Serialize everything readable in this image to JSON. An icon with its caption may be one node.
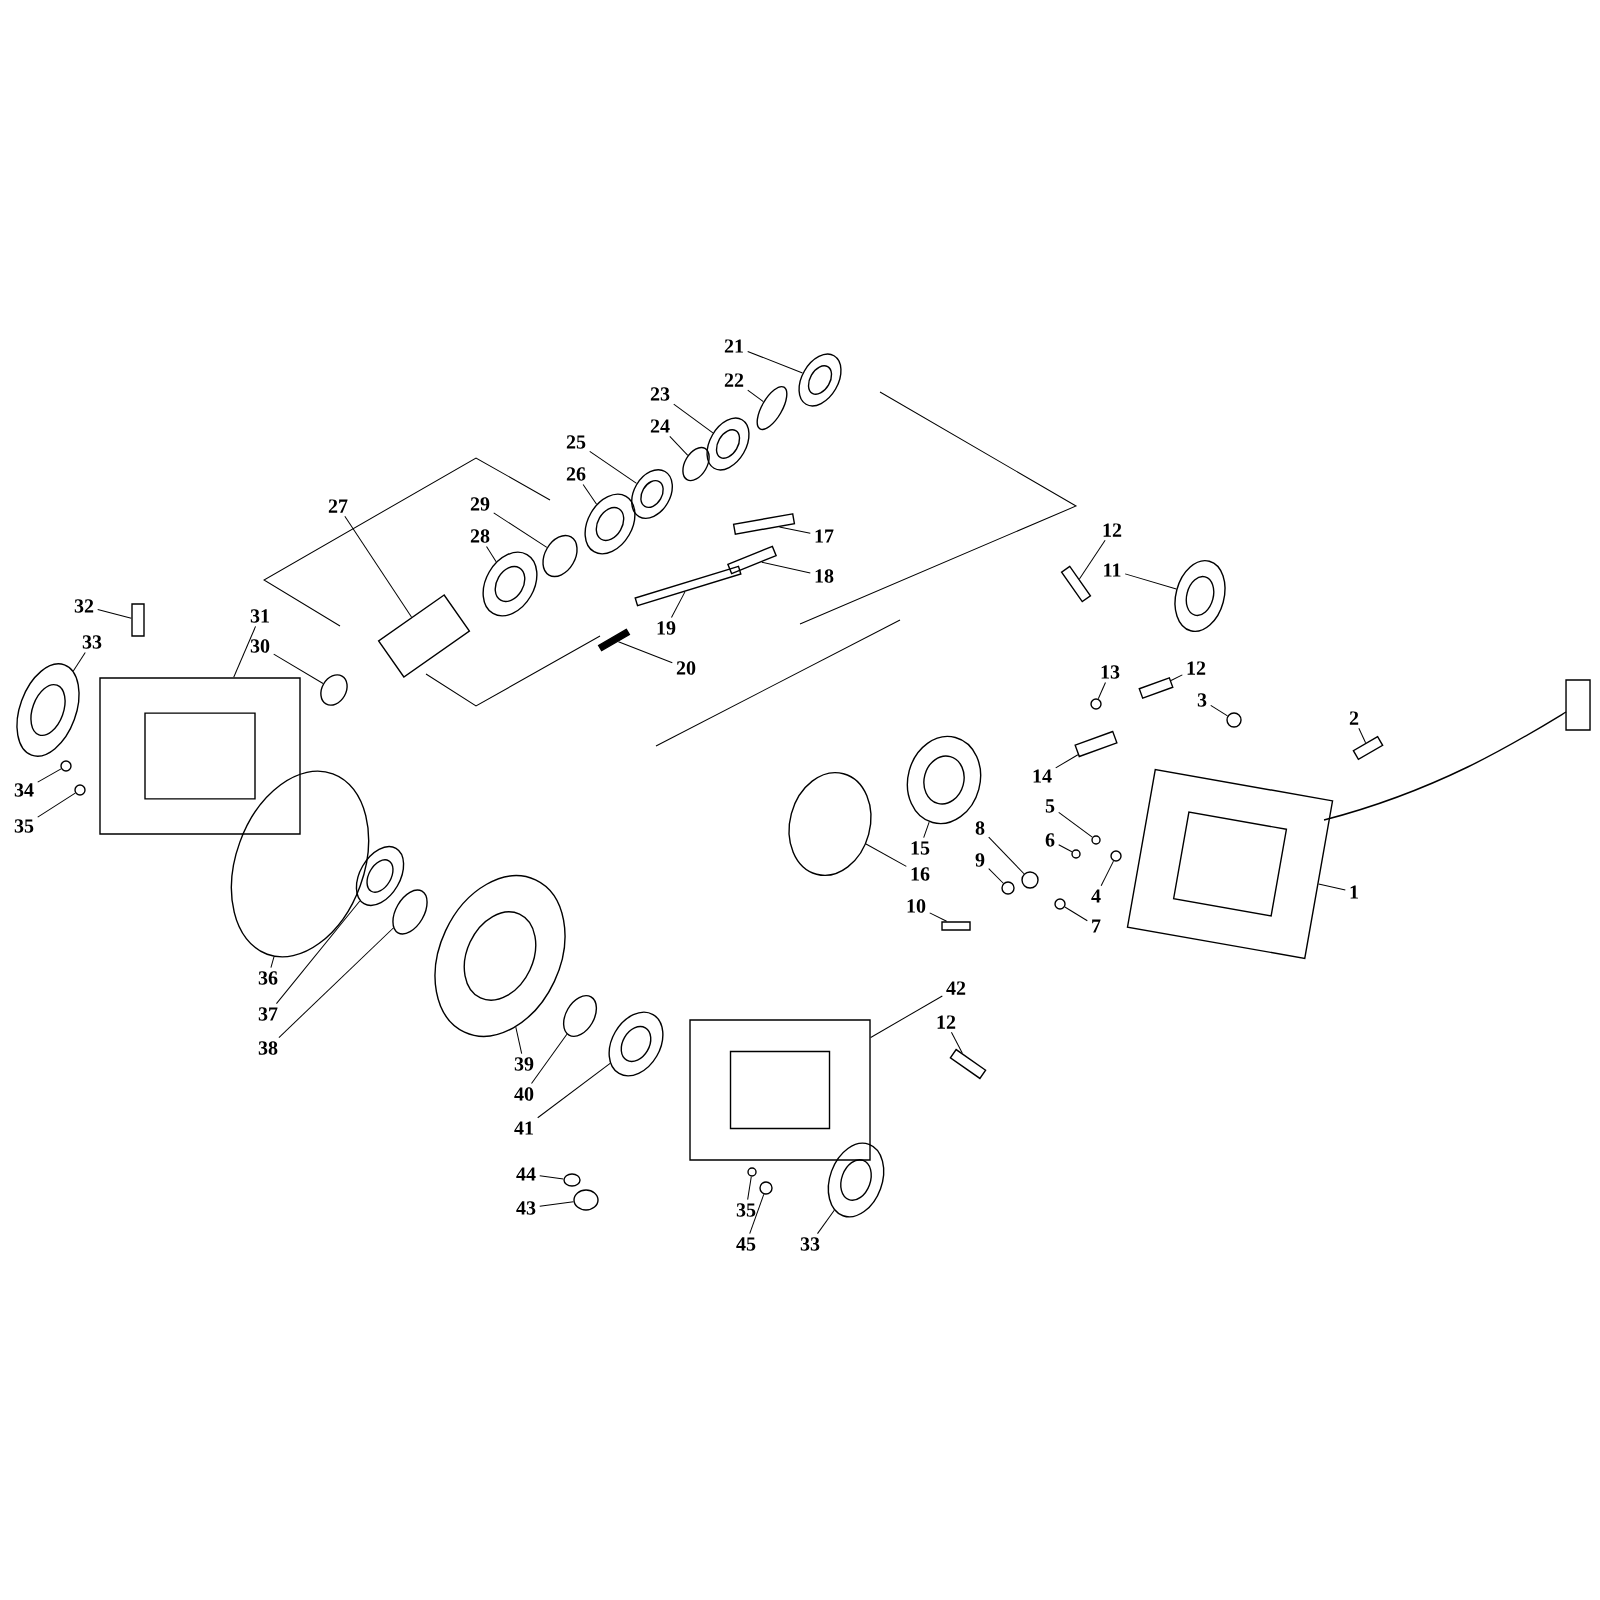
{
  "diagram": {
    "nodes": [
      {
        "text": [
          "21"
        ]
      },
      {
        "text": [
          "22"
        ]
      },
      {
        "text": [
          "23"
        ]
      },
      {
        "text": [
          "24"
        ]
      },
      {
        "text": [
          "25"
        ]
      },
      {
        "text": [
          "26"
        ]
      },
      {
        "text": [
          "27"
        ]
      },
      {
        "text": [
          "29"
        ]
      },
      {
        "text": [
          "28"
        ]
      },
      {
        "text": [
          "17"
        ]
      },
      {
        "text": [
          "18"
        ]
      },
      {
        "text": [
          "19"
        ]
      },
      {
        "text": [
          "20"
        ]
      },
      {
        "text": [
          "32"
        ]
      },
      {
        "text": [
          "33"
        ]
      },
      {
        "text": [
          "31"
        ]
      },
      {
        "text": [
          "30"
        ]
      },
      {
        "text": [
          "34"
        ]
      },
      {
        "text": [
          "35"
        ]
      },
      {
        "text": [
          "12"
        ]
      },
      {
        "text": [
          "11"
        ]
      },
      {
        "text": [
          "13"
        ]
      },
      {
        "text": [
          "12"
        ]
      },
      {
        "text": [
          "3"
        ]
      },
      {
        "text": [
          "2"
        ]
      },
      {
        "text": [
          "14"
        ]
      },
      {
        "text": [
          "5"
        ]
      },
      {
        "text": [
          "6"
        ]
      },
      {
        "text": [
          "8"
        ]
      },
      {
        "text": [
          "9"
        ]
      },
      {
        "text": [
          "4"
        ]
      },
      {
        "text": [
          "7"
        ]
      },
      {
        "text": [
          "10"
        ]
      },
      {
        "text": [
          "15"
        ]
      },
      {
        "text": [
          "16"
        ]
      },
      {
        "text": [
          "1"
        ]
      },
      {
        "text": [
          "36"
        ]
      },
      {
        "text": [
          "37"
        ]
      },
      {
        "text": [
          "38"
        ]
      },
      {
        "text": [
          "39"
        ]
      },
      {
        "text": [
          "40"
        ]
      },
      {
        "text": [
          "41"
        ]
      },
      {
        "text": [
          "42"
        ]
      },
      {
        "text": [
          "12"
        ]
      },
      {
        "text": [
          "44"
        ]
      },
      {
        "text": [
          "43"
        ]
      },
      {
        "text": [
          "35"
        ]
      },
      {
        "text": [
          "45"
        ]
      },
      {
        "text": [
          "33"
        ]
      },
      {
        "text": [],
        "shape": "circle"
      },
      {
        "text": [],
        "shape": "circle"
      },
      {
        "text": [],
        "shape": "circle"
      },
      {
        "text": [],
        "shape": "circle"
      },
      {
        "text": [],
        "shape": "circle"
      },
      {
        "text": [],
        "shape": "circle"
      },
      {
        "text": [],
        "shape": "box"
      },
      {
        "text": [],
        "shape": "circle"
      },
      {
        "text": [],
        "shape": "circle"
      },
      {
        "text": [],
        "shape": "box"
      },
      {
        "text": [],
        "shape": "box"
      },
      {
        "text": [],
        "shape": "box"
      },
      {
        "text": [],
        "shape": "box"
      },
      {
        "text": [],
        "shape": "box"
      },
      {
        "text": [],
        "shape": "circle"
      },
      {
        "text": [],
        "shape": "box"
      },
      {
        "text": [],
        "shape": "circle"
      },
      {
        "text": [],
        "shape": "circle"
      },
      {
        "text": [],
        "shape": "circle"
      },
      {
        "text": [],
        "shape": "box"
      },
      {
        "text": [],
        "shape": "circle"
      },
      {
        "text": [],
        "shape": "circle"
      },
      {
        "text": [],
        "shape": "box"
      },
      {
        "text": [],
        "shape": "circle"
      },
      {
        "text": [],
        "shape": "box"
      },
      {
        "text": [],
        "shape": "box"
      },
      {
        "text": [],
        "shape": "circle"
      },
      {
        "text": [],
        "shape": "circle"
      },
      {
        "text": [],
        "shape": "circle"
      },
      {
        "text": [],
        "shape": "circle"
      },
      {
        "text": [],
        "shape": "circle"
      },
      {
        "text": [],
        "shape": "circle"
      },
      {
        "text": [],
        "shape": "box"
      },
      {
        "text": [],
        "shape": "circle"
      },
      {
        "text": [],
        "shape": "circle"
      },
      {
        "text": [],
        "shape": "box"
      },
      {
        "text": [],
        "shape": "circle"
      },
      {
        "text": [],
        "shape": "circle"
      },
      {
        "text": [],
        "shape": "circle"
      },
      {
        "text": [],
        "shape": "circle"
      },
      {
        "text": [],
        "shape": "circle"
      },
      {
        "text": [],
        "shape": "circle"
      },
      {
        "text": [],
        "shape": "box"
      },
      {
        "text": [],
        "shape": "box"
      },
      {
        "text": [],
        "shape": "circle"
      },
      {
        "text": [],
        "shape": "circle"
      },
      {
        "text": [],
        "shape": "circle"
      },
      {
        "text": [],
        "shape": "circle"
      },
      {
        "text": [],
        "shape": "circle"
      }
    ],
    "edges": [
      {
        "from": 0,
        "to": 49,
        "arrow": "none"
      },
      {
        "from": 1,
        "to": 50,
        "arrow": "none"
      },
      {
        "from": 2,
        "to": 51,
        "arrow": "none"
      },
      {
        "from": 3,
        "to": 52,
        "arrow": "none"
      },
      {
        "from": 4,
        "to": 53,
        "arrow": "none"
      },
      {
        "from": 5,
        "to": 54,
        "arrow": "none"
      },
      {
        "from": 6,
        "to": 55,
        "arrow": "none"
      },
      {
        "from": 7,
        "to": 56,
        "arrow": "none"
      },
      {
        "from": 8,
        "to": 57,
        "arrow": "none"
      },
      {
        "from": 9,
        "to": 58,
        "arrow": "none"
      },
      {
        "from": 10,
        "to": 59,
        "arrow": "none"
      },
      {
        "from": 11,
        "to": 60,
        "arrow": "none"
      },
      {
        "from": 12,
        "to": 61,
        "arrow": "none"
      },
      {
        "from": 13,
        "to": 62,
        "arrow": "none"
      },
      {
        "from": 14,
        "to": 63,
        "arrow": "none"
      },
      {
        "from": 15,
        "to": 64,
        "arrow": "none"
      },
      {
        "from": 16,
        "to": 65,
        "arrow": "none"
      },
      {
        "from": 17,
        "to": 66,
        "arrow": "none"
      },
      {
        "from": 18,
        "to": 67,
        "arrow": "none"
      },
      {
        "from": 19,
        "to": 68,
        "arrow": "none"
      },
      {
        "from": 20,
        "to": 69,
        "arrow": "none"
      },
      {
        "from": 21,
        "to": 70,
        "arrow": "none"
      },
      {
        "from": 22,
        "to": 71,
        "arrow": "none"
      },
      {
        "from": 23,
        "to": 72,
        "arrow": "none"
      },
      {
        "from": 24,
        "to": 73,
        "arrow": "none"
      },
      {
        "from": 25,
        "to": 74,
        "arrow": "none"
      },
      {
        "from": 26,
        "to": 75,
        "arrow": "none"
      },
      {
        "from": 27,
        "to": 76,
        "arrow": "none"
      },
      {
        "from": 28,
        "to": 77,
        "arrow": "none"
      },
      {
        "from": 29,
        "to": 78,
        "arrow": "none"
      },
      {
        "from": 30,
        "to": 79,
        "arrow": "none"
      },
      {
        "from": 31,
        "to": 80,
        "arrow": "none"
      },
      {
        "from": 32,
        "to": 81,
        "arrow": "none"
      },
      {
        "from": 33,
        "to": 82,
        "arrow": "none"
      },
      {
        "from": 34,
        "to": 83,
        "arrow": "none"
      },
      {
        "from": 35,
        "to": 84,
        "arrow": "none"
      },
      {
        "from": 36,
        "to": 85,
        "arrow": "none"
      },
      {
        "from": 37,
        "to": 86,
        "arrow": "none"
      },
      {
        "from": 38,
        "to": 87,
        "arrow": "none"
      },
      {
        "from": 39,
        "to": 88,
        "arrow": "none"
      },
      {
        "from": 40,
        "to": 89,
        "arrow": "none"
      },
      {
        "from": 41,
        "to": 90,
        "arrow": "none"
      },
      {
        "from": 42,
        "to": 91,
        "arrow": "none"
      },
      {
        "from": 43,
        "to": 92,
        "arrow": "none"
      },
      {
        "from": 44,
        "to": 93,
        "arrow": "none"
      },
      {
        "from": 45,
        "to": 94,
        "arrow": "none"
      },
      {
        "from": 46,
        "to": 95,
        "arrow": "none"
      },
      {
        "from": 47,
        "to": 96,
        "arrow": "none"
      },
      {
        "from": 48,
        "to": 97,
        "arrow": "none"
      }
    ]
  }
}
